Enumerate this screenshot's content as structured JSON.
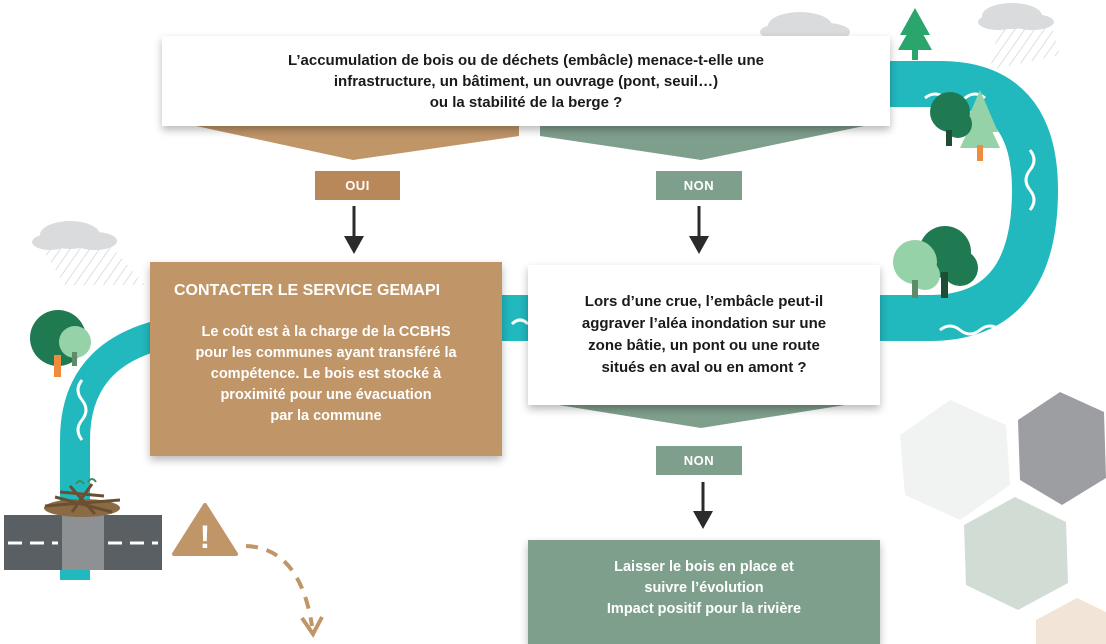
{
  "question_1": {
    "line1": "L’accumulation de bois ou de déchets (embâcle) menace-t-elle une",
    "line2": "infrastructure, un bâtiment, un ouvrage (pont, seuil…)",
    "line3": "ou la stabilité de la berge ?"
  },
  "answers": {
    "yes": "OUI",
    "no_1": "NON",
    "no_2": "NON"
  },
  "contact_box": {
    "title": "CONTACTER LE SERVICE GEMAPI",
    "line1": "Le coût est à la charge de la CCBHS",
    "line2": "pour les communes ayant transféré la",
    "line3": "compétence. Le bois est stocké à",
    "line4": "proximité pour une évacuation",
    "line5": "par la commune"
  },
  "question_2": {
    "line1": "Lors d’une crue, l’embâcle peut-il",
    "line2": "aggraver l’aléa inondation sur une",
    "line3": "zone bâtie, un pont ou une route",
    "line4": "situés en aval ou en amont ?"
  },
  "result_box": {
    "line1": "Laisser le bois en place et",
    "line2": "suivre l’évolution",
    "line3": "Impact positif pour la rivière"
  },
  "warning_icon_symbol": "!",
  "colors": {
    "river": "#21b8be",
    "brown": "#c09568",
    "brown_dark": "#b8875a",
    "green_grey": "#7f9f8d",
    "dark_text": "#1a1a1a",
    "road": "#5a5f63",
    "arrow": "#2b2b2b"
  }
}
